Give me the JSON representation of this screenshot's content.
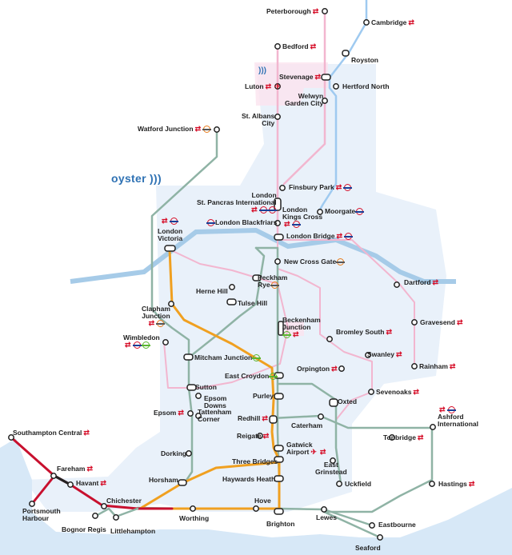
{
  "brand": {
    "oyster_label": "oyster",
    "contactless_icon": "contactless-wave-icon"
  },
  "colors": {
    "zone_fill": "#e9f1fa",
    "sea": "#d7e8f7",
    "river": "#a6cbe8",
    "pink_zone": "#fbe3ef",
    "line_green": "#8fb3a5",
    "line_pink": "#f2b6cf",
    "line_blue": "#9fcaf0",
    "line_orange": "#f0a020",
    "line_red": "#c8102e",
    "rail_red": "#d6102a"
  },
  "stations": {
    "peterborough": "Peterborough",
    "cambridge": "Cambridge",
    "bedford": "Bedford",
    "royston": "Royston",
    "stevenage": "Stevenage",
    "luton": "Luton",
    "hertford_north": "Hertford North",
    "welwyn_1": "Welwyn",
    "welwyn_2": "Garden City",
    "st_albans_1": "St. Albans",
    "st_albans_2": "City",
    "watford_junction": "Watford Junction",
    "finsbury_park": "Finsbury Park",
    "london_stp_1": "London",
    "london_stp_2": "St. Pancras International",
    "london_kx_1": "London",
    "london_kx_2": "Kings Cross",
    "moorgate": "Moorgate",
    "london_blackfriars": "London Blackfriars",
    "london_victoria_1": "London",
    "london_victoria_2": "Victoria",
    "london_bridge": "London Bridge",
    "new_cross_gate": "New Cross Gate",
    "peckham_rye_1": "Peckham",
    "peckham_rye_2": "Rye",
    "dartford": "Dartford",
    "herne_hill": "Herne Hill",
    "tulse_hill": "Tulse Hill",
    "clapham_1": "Clapham",
    "clapham_2": "Junction",
    "gravesend": "Gravesend",
    "beckenham_1": "Beckenham",
    "beckenham_2": "Junction",
    "bromley_south": "Bromley South",
    "wimbledon": "Wimbledon",
    "swanley": "Swanley",
    "rainham": "Rainham",
    "mitcham_junction": "Mitcham Junction",
    "orpington": "Orpington",
    "east_croydon": "East Croydon",
    "sutton": "Sutton",
    "sevenoaks": "Sevenoaks",
    "epsom_downs_1": "Epsom",
    "epsom_downs_2": "Downs",
    "purley": "Purley",
    "oxted": "Oxted",
    "epsom": "Epsom",
    "ashford_1": "Ashford",
    "ashford_2": "International",
    "redhill": "Redhill",
    "caterham": "Caterham",
    "tattenham_1": "Tattenham",
    "tattenham_2": "Corner",
    "reigate": "Reigate",
    "tonbridge": "Tonbridge",
    "southampton_central": "Southampton Central",
    "dorking": "Dorking",
    "gatwick_1": "Gatwick",
    "gatwick_2": "Airport",
    "east_grinstead_1": "East",
    "east_grinstead_2": "Grinstead",
    "fareham": "Fareham",
    "three_bridges": "Three Bridges",
    "havant": "Havant",
    "horsham": "Horsham",
    "haywards_heath": "Haywards Heath",
    "uckfield": "Uckfield",
    "hastings": "Hastings",
    "portsmouth_1": "Portsmouth",
    "portsmouth_2": "Harbour",
    "chichester": "Chichester",
    "hove": "Hove",
    "worthing": "Worthing",
    "lewes": "Lewes",
    "bognor_regis": "Bognor Regis",
    "brighton": "Brighton",
    "littlehampton": "Littlehampton",
    "eastbourne": "Eastbourne",
    "seaford": "Seaford"
  }
}
